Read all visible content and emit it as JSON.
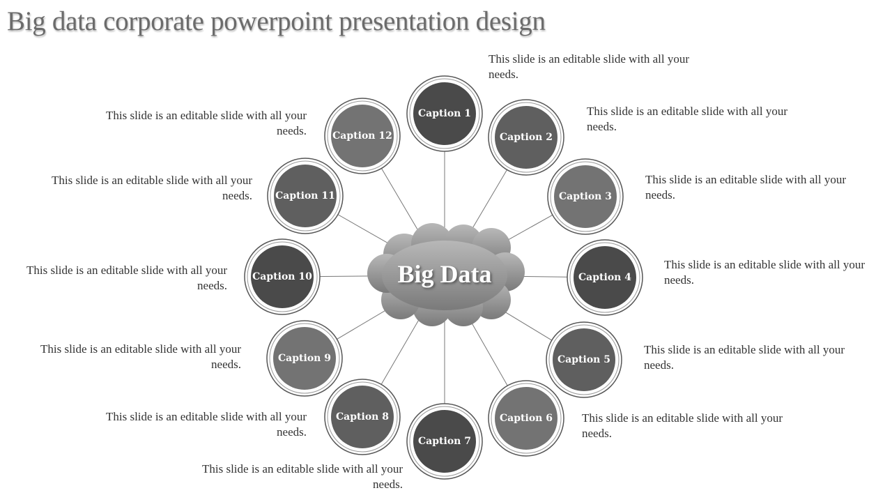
{
  "title": "Big data corporate powerpoint presentation design",
  "center": "Big Data",
  "captions": [
    "Caption 1",
    "Caption 2",
    "Caption 3",
    "Caption 4",
    "Caption 5",
    "Caption 6",
    "Caption 7",
    "Caption 8",
    "Caption 9",
    "Caption 10",
    "Caption 11",
    "Caption 12"
  ],
  "descriptions": [
    "This slide is an editable slide with all your needs.",
    "This slide is an editable slide with all your needs.",
    "This slide is an editable slide with all your needs.",
    "This slide is an editable slide with all your needs.",
    "This slide is an editable slide with all your needs.",
    "This slide is an editable slide with all your needs.",
    "This slide is an editable slide with all your needs.",
    "This slide is an editable slide with all your needs.",
    "This slide is an editable slide with all your needs.",
    "This slide is an editable slide with all your needs.",
    "This slide is an editable slide with all your needs.",
    "This slide is an editable slide with all your needs."
  ],
  "colors": {
    "dark": "#4a4a4a",
    "mid": "#5f5f5f",
    "light": "#737373"
  }
}
